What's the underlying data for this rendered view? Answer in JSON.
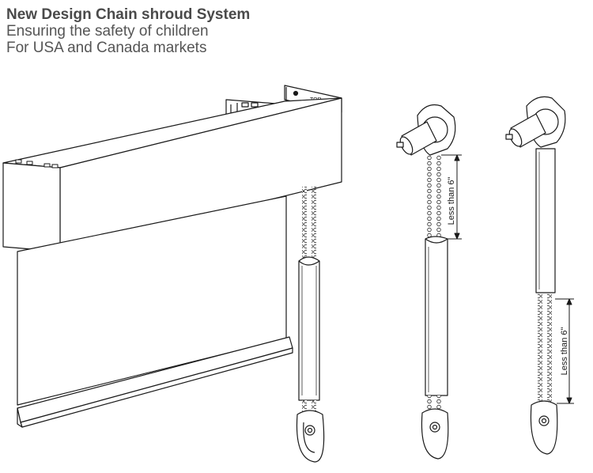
{
  "header": {
    "title": "New Design Chain shroud System",
    "line1": "Ensuring the safety of children",
    "line2": "For USA and Canada markets"
  },
  "bracket": {
    "top_label": "TOP"
  },
  "figure_a": {
    "dimension_label": "Less than 6\""
  },
  "figure_b": {
    "dimension_label": "Less than 6\""
  },
  "colors": {
    "stroke": "#1a1a1a",
    "text": "#4a4a4a"
  }
}
